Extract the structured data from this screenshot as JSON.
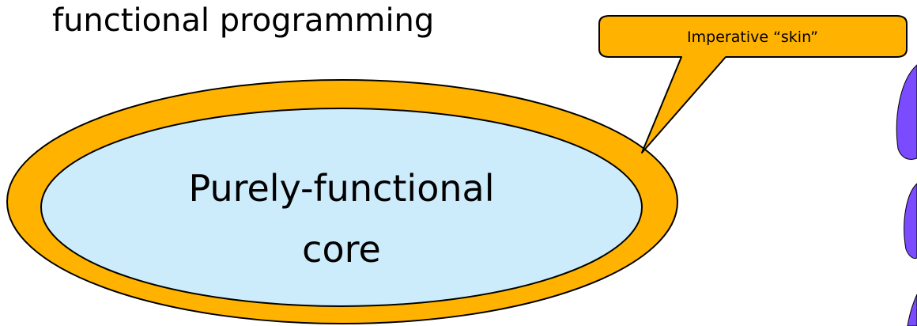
{
  "heading": "functional programming",
  "callout": "Imperative “skin”",
  "core": {
    "line1": "Purely-functional",
    "line2": "core"
  },
  "colors": {
    "skin_fill": "#FFB300",
    "core_fill": "#CCECFC",
    "outline": "#000000",
    "accent": "#7B4BFF"
  }
}
